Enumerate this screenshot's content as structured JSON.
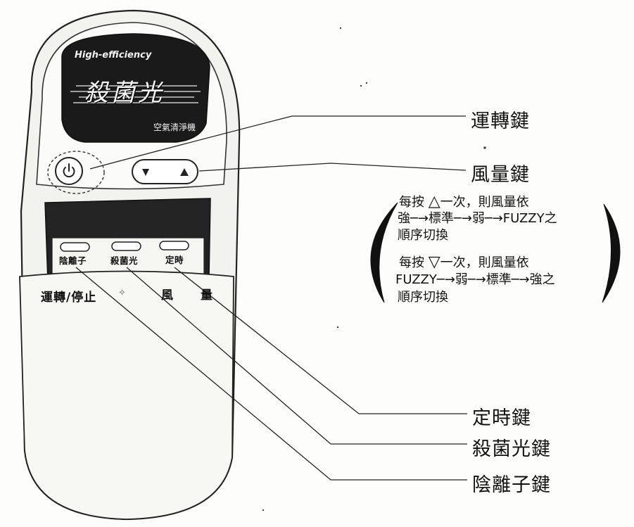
{
  "remote": {
    "brand_tagline": "High-efficiency",
    "brand_logo_text": "殺菌光",
    "brand_subtitle": "空氣清淨機",
    "power_icon": "power-icon",
    "fan_down_icon": "triangle-down-icon",
    "fan_up_icon": "triangle-up-icon",
    "keys": [
      {
        "label": "陰離子"
      },
      {
        "label": "殺菌光"
      },
      {
        "label": "定時"
      }
    ],
    "panel_left": "運轉/停止",
    "panel_mark": "✧",
    "panel_right_a": "風",
    "panel_right_b": "量"
  },
  "callouts": {
    "run_key": "運轉鍵",
    "fan_key": "風量鍵",
    "timer_key": "定時鍵",
    "uv_key": "殺菌光鍵",
    "ion_key": "陰離子鍵"
  },
  "fan_note": {
    "up_prefix": "每按",
    "up_symbol": "△",
    "up_suffix": "一次，則風量依",
    "up_sequence": "強─→標準─→弱─→FUZZY之",
    "up_end": "順序切換",
    "down_prefix": "每按",
    "down_symbol": "▽",
    "down_suffix": "一次，則風量依",
    "down_sequence": "FUZZY─→弱─→標準─→強之",
    "down_end": "順序切換"
  }
}
